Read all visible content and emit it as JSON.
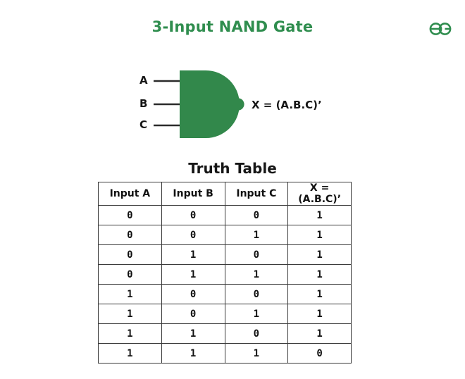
{
  "page": {
    "title": "3-Input NAND Gate",
    "background_color": "#ffffff",
    "accent_color": "#2f8d4e",
    "gate_fill_color": "#32884b",
    "text_color": "#161616"
  },
  "brand": {
    "logo_name": "geeksforgeeks-logo",
    "logo_color": "#2f8d4e"
  },
  "diagram": {
    "gate_type": "NAND",
    "inputs": [
      {
        "label": "A"
      },
      {
        "label": "B"
      },
      {
        "label": "C"
      }
    ],
    "output_expression": "X = (A.B.C)’",
    "bubble": "inverting-bubble"
  },
  "truth_table": {
    "heading": "Truth Table",
    "columns": [
      "Input A",
      "Input B",
      "Input C",
      "X = (A.B.C)’"
    ],
    "rows": [
      [
        "0",
        "0",
        "0",
        "1"
      ],
      [
        "0",
        "0",
        "1",
        "1"
      ],
      [
        "0",
        "1",
        "0",
        "1"
      ],
      [
        "0",
        "1",
        "1",
        "1"
      ],
      [
        "1",
        "0",
        "0",
        "1"
      ],
      [
        "1",
        "0",
        "1",
        "1"
      ],
      [
        "1",
        "1",
        "0",
        "1"
      ],
      [
        "1",
        "1",
        "1",
        "0"
      ]
    ]
  }
}
